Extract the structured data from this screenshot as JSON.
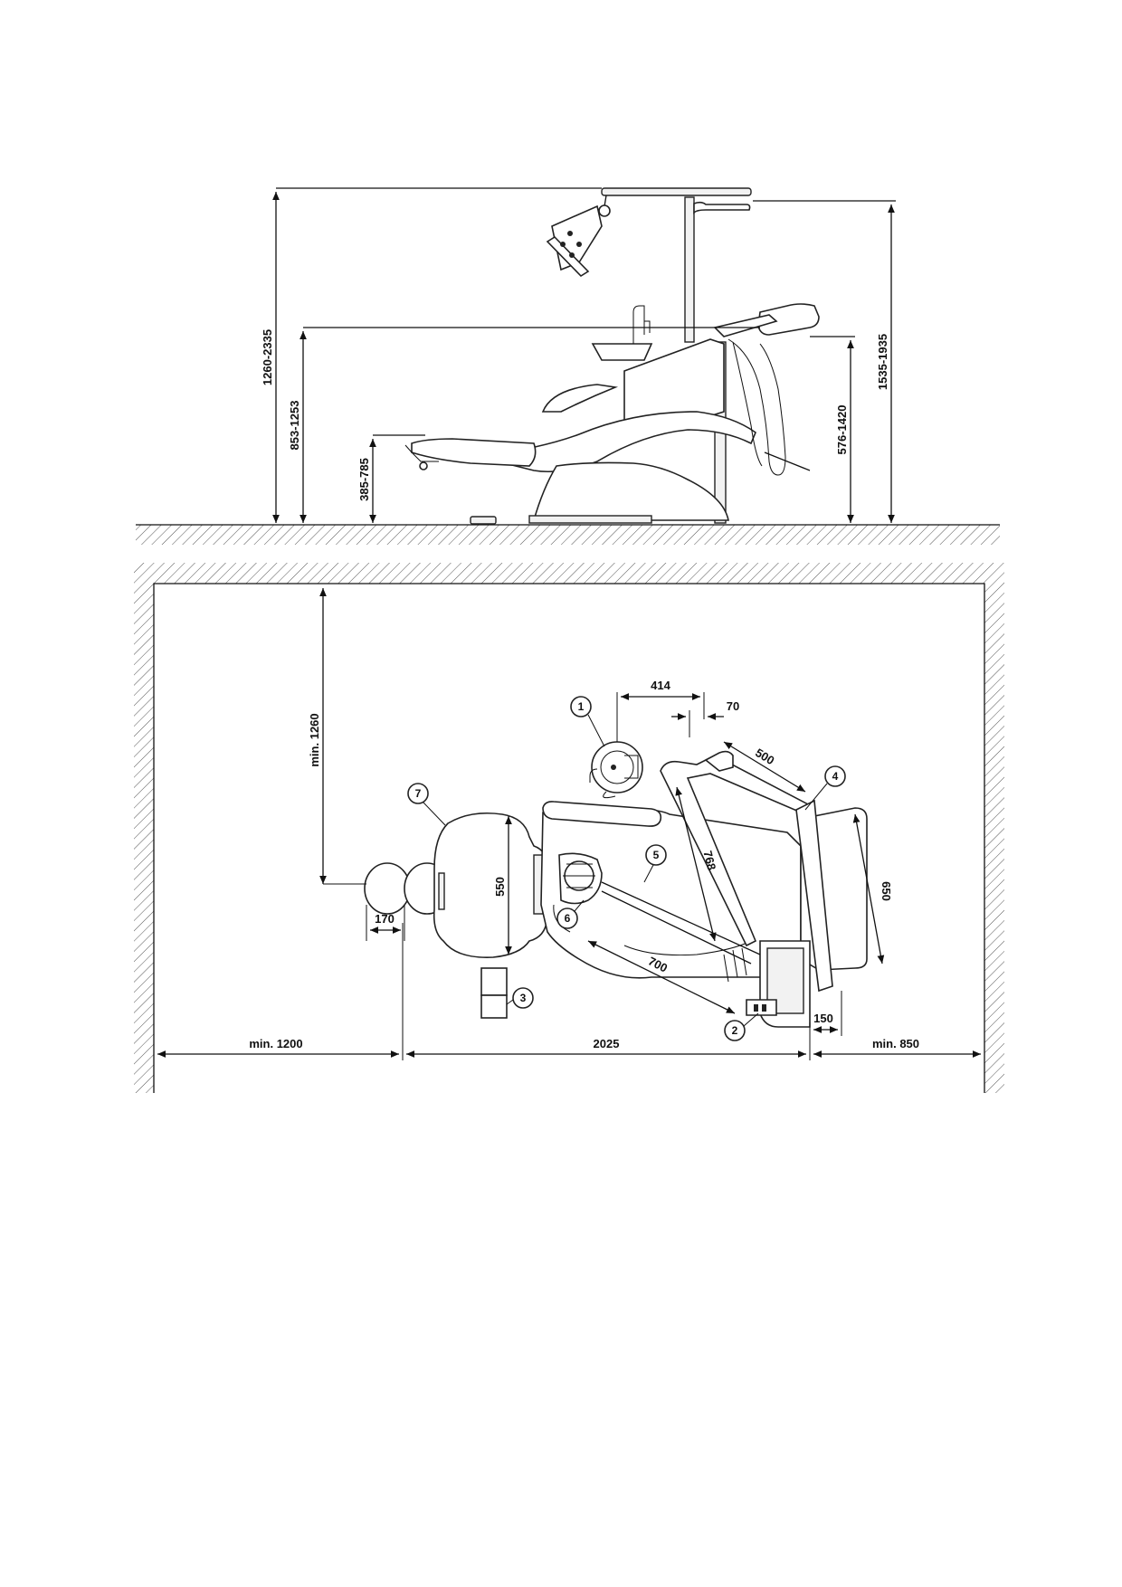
{
  "elevation_dimensions": {
    "light_height": "1260-2335",
    "headrest_height": "853-1253",
    "seat_height": "385-785",
    "tray_height": "576-1420",
    "post_height": "1535-1935"
  },
  "plan_dimensions": {
    "clearance_head": "min. 1260",
    "light_width": "414",
    "offset_70": "70",
    "arm_500": "500",
    "arm_768": "768",
    "headrest_550": "550",
    "stool_170": "170",
    "arm_700": "700",
    "tray_650": "650",
    "offset_150": "150",
    "clearance_left": "min. 1200",
    "chair_length": "2025",
    "clearance_right": "min. 850"
  },
  "callouts": [
    "1",
    "2",
    "3",
    "4",
    "5",
    "6",
    "7"
  ]
}
